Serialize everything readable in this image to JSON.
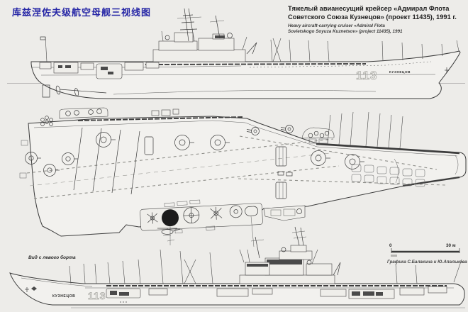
{
  "header": {
    "title_cn": "库兹涅佐夫级航空母舰三视线图",
    "title_ru": [
      "Тяжелый авианесущий крейсер «Адмирал Флота",
      "Советского Союза Кузнецов» (проект 11435), 1991 г."
    ],
    "title_en": [
      "Heavy aircraft-carrying cruiser «Admiral Flota",
      "Sovietskogo Soyuza Kuznetsov» (project 11435), 1991"
    ]
  },
  "views": {
    "starboard_profile": {
      "hull_number": "113",
      "ship_name": "КУЗНЕЦОВ"
    },
    "port_profile": {
      "label": "Вид с левого борта",
      "hull_number": "113",
      "ship_name": "КУЗНЕЦОВ"
    }
  },
  "scale_bar": {
    "zero": "0",
    "max": "30 м"
  },
  "credit": "Графика С.Балакина и Ю.Апалькова",
  "colors": {
    "title_blue": "#2626a6",
    "ink": "#3b3b3b",
    "paper": "#edece9"
  }
}
